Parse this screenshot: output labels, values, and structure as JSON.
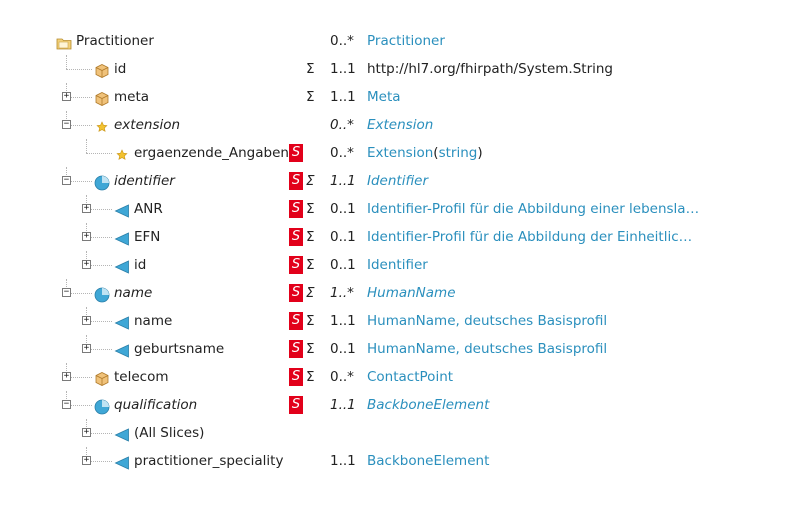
{
  "rows": [
    {
      "name": "Practitioner",
      "icon": "folder-icon",
      "italic": false,
      "flags": "",
      "sigma": "",
      "card": "0..*",
      "type": "Practitioner",
      "type_link": true
    },
    {
      "name": "id",
      "icon": "box-icon",
      "italic": false,
      "flags": "",
      "sigma": "Σ",
      "card": "1..1",
      "type": "http://hl7.org/fhirpath/System.String",
      "type_link": false
    },
    {
      "name": "meta",
      "icon": "box-icon",
      "italic": false,
      "flags": "",
      "sigma": "Σ",
      "card": "1..1",
      "type": "Meta",
      "type_link": true
    },
    {
      "name": "extension",
      "icon": "star-icon",
      "italic": true,
      "flags": "",
      "sigma": "",
      "card": "0..*",
      "type": "Extension",
      "type_link": true
    },
    {
      "name": "ergaenzende_Angaben",
      "icon": "star-icon",
      "italic": false,
      "flags": "S",
      "sigma": "",
      "card": "0..*",
      "type": "Extension",
      "type_suffix_open": "(",
      "type_suffix_link": "string",
      "type_suffix_close": ")",
      "type_link": true
    },
    {
      "name": "identifier",
      "icon": "slice-icon",
      "italic": true,
      "flags": "S",
      "sigma": "Σ",
      "card": "1..1",
      "type": "Identifier",
      "type_link": true
    },
    {
      "name": "ANR",
      "icon": "triangle-icon",
      "italic": false,
      "flags": "S",
      "sigma": "Σ",
      "card": "0..1",
      "type": "Identifier-Profil für die Abbildung einer lebensla…",
      "type_link": true
    },
    {
      "name": "EFN",
      "icon": "triangle-icon",
      "italic": false,
      "flags": "S",
      "sigma": "Σ",
      "card": "0..1",
      "type": "Identifier-Profil für die Abbildung der Einheitlic…",
      "type_link": true
    },
    {
      "name": "id",
      "icon": "triangle-icon",
      "italic": false,
      "flags": "S",
      "sigma": "Σ",
      "card": "0..1",
      "type": "Identifier",
      "type_link": true
    },
    {
      "name": "name",
      "icon": "slice-icon",
      "italic": true,
      "flags": "S",
      "sigma": "Σ",
      "card": "1..*",
      "type": "HumanName",
      "type_link": true
    },
    {
      "name": "name",
      "icon": "triangle-icon",
      "italic": false,
      "flags": "S",
      "sigma": "Σ",
      "card": "1..1",
      "type": "HumanName, deutsches Basisprofil",
      "type_link": true
    },
    {
      "name": "geburtsname",
      "icon": "triangle-icon",
      "italic": false,
      "flags": "S",
      "sigma": "Σ",
      "card": "0..1",
      "type": "HumanName, deutsches Basisprofil",
      "type_link": true
    },
    {
      "name": "telecom",
      "icon": "box-icon",
      "italic": false,
      "flags": "S",
      "sigma": "Σ",
      "card": "0..*",
      "type": "ContactPoint",
      "type_link": true
    },
    {
      "name": "qualification",
      "icon": "slice-icon",
      "italic": true,
      "flags": "S",
      "sigma": "",
      "card": "1..1",
      "type": "BackboneElement",
      "type_link": true
    },
    {
      "name": "(All Slices)",
      "icon": "triangle-icon",
      "italic": false,
      "flags": "",
      "sigma": "",
      "card": "",
      "type": "",
      "type_link": false
    },
    {
      "name": "practitioner_speciality",
      "icon": "triangle-icon",
      "italic": false,
      "flags": "",
      "sigma": "",
      "card": "1..1",
      "type": "BackboneElement",
      "type_link": true
    }
  ],
  "tree_toggles": [
    "",
    "",
    "+",
    "−",
    "",
    "−",
    "+",
    "+",
    "+",
    "−",
    "+",
    "+",
    "+",
    "−",
    "+",
    "+"
  ]
}
